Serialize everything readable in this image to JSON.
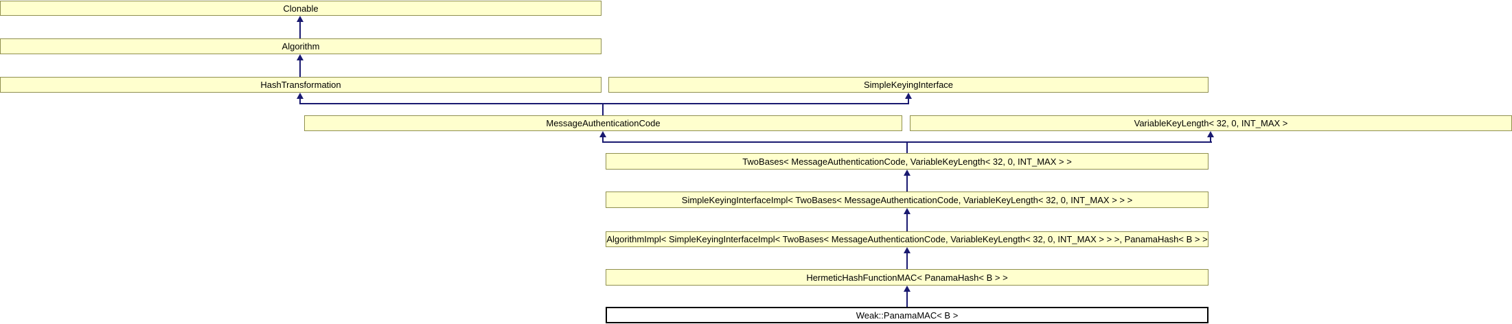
{
  "diagram": {
    "type": "class-inheritance-graph",
    "nodes": [
      {
        "id": "clonable",
        "label": "Clonable",
        "current": false
      },
      {
        "id": "algorithm",
        "label": "Algorithm",
        "current": false
      },
      {
        "id": "hashtransformation",
        "label": "HashTransformation",
        "current": false
      },
      {
        "id": "simplekeyinginterface",
        "label": "SimpleKeyingInterface",
        "current": false
      },
      {
        "id": "messageauthenticationcode",
        "label": "MessageAuthenticationCode",
        "current": false
      },
      {
        "id": "variablekeylength",
        "label": "VariableKeyLength< 32, 0, INT_MAX >",
        "current": false
      },
      {
        "id": "twobases",
        "label": "TwoBases< MessageAuthenticationCode, VariableKeyLength< 32, 0, INT_MAX > >",
        "current": false
      },
      {
        "id": "simplekeyinginterfaceimpl",
        "label": "SimpleKeyingInterfaceImpl< TwoBases< MessageAuthenticationCode, VariableKeyLength< 32, 0, INT_MAX > > >",
        "current": false
      },
      {
        "id": "algorithmimpl",
        "label": "AlgorithmImpl< SimpleKeyingInterfaceImpl< TwoBases< MessageAuthenticationCode, VariableKeyLength< 32, 0, INT_MAX > > >, PanamaHash< B > >",
        "current": false
      },
      {
        "id": "hermetichashfunctionmac",
        "label": "HermeticHashFunctionMAC< PanamaHash< B > >",
        "current": false
      },
      {
        "id": "weakpanamamac",
        "label": "Weak::PanamaMAC< B >",
        "current": true
      }
    ],
    "edges": [
      {
        "from": "algorithm",
        "to": "clonable"
      },
      {
        "from": "hashtransformation",
        "to": "algorithm"
      },
      {
        "from": "messageauthenticationcode",
        "to": "hashtransformation"
      },
      {
        "from": "messageauthenticationcode",
        "to": "simplekeyinginterface"
      },
      {
        "from": "twobases",
        "to": "messageauthenticationcode"
      },
      {
        "from": "twobases",
        "to": "variablekeylength"
      },
      {
        "from": "simplekeyinginterfaceimpl",
        "to": "twobases"
      },
      {
        "from": "algorithmimpl",
        "to": "simplekeyinginterfaceimpl"
      },
      {
        "from": "hermetichashfunctionmac",
        "to": "algorithmimpl"
      },
      {
        "from": "weakpanamamac",
        "to": "hermetichashfunctionmac"
      }
    ],
    "colors": {
      "node_fill": "#ffffce",
      "node_border": "#8f8f4f",
      "current_fill": "#ffffff",
      "current_border": "#000000",
      "edge": "#191970",
      "text": "#000000",
      "background": "#ffffff"
    }
  }
}
